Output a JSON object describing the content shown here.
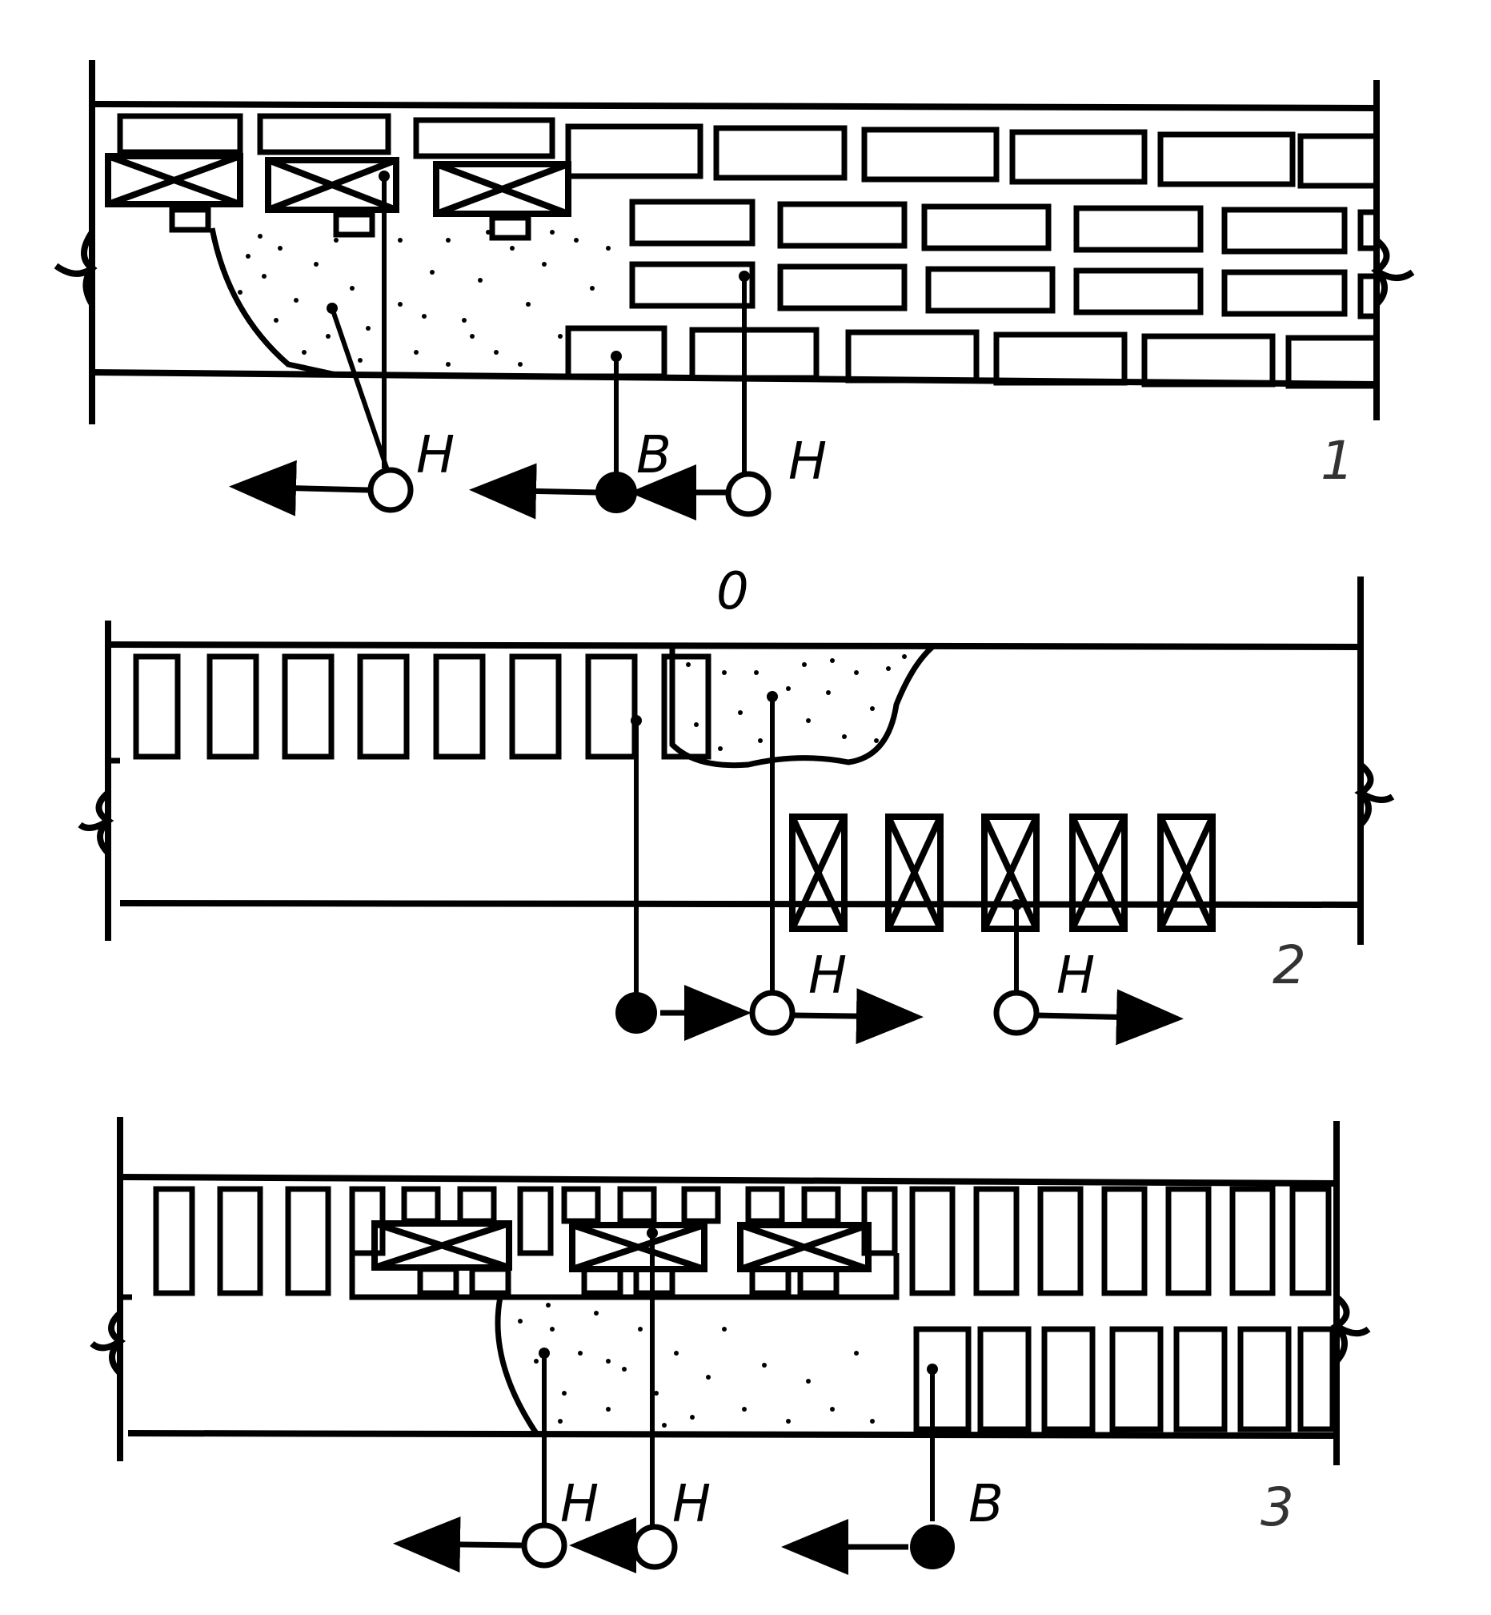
{
  "diagram": {
    "panel_1": {
      "number": "1",
      "labels": [
        "Н",
        "В",
        "Н"
      ]
    },
    "center_label": "0",
    "panel_2": {
      "number": "2",
      "labels": [
        "Н",
        "Н"
      ]
    },
    "panel_3": {
      "number": "3",
      "labels": [
        "Н",
        "Н",
        "В"
      ]
    }
  },
  "colors": {
    "ink": "#000000",
    "background": "#ffffff"
  }
}
